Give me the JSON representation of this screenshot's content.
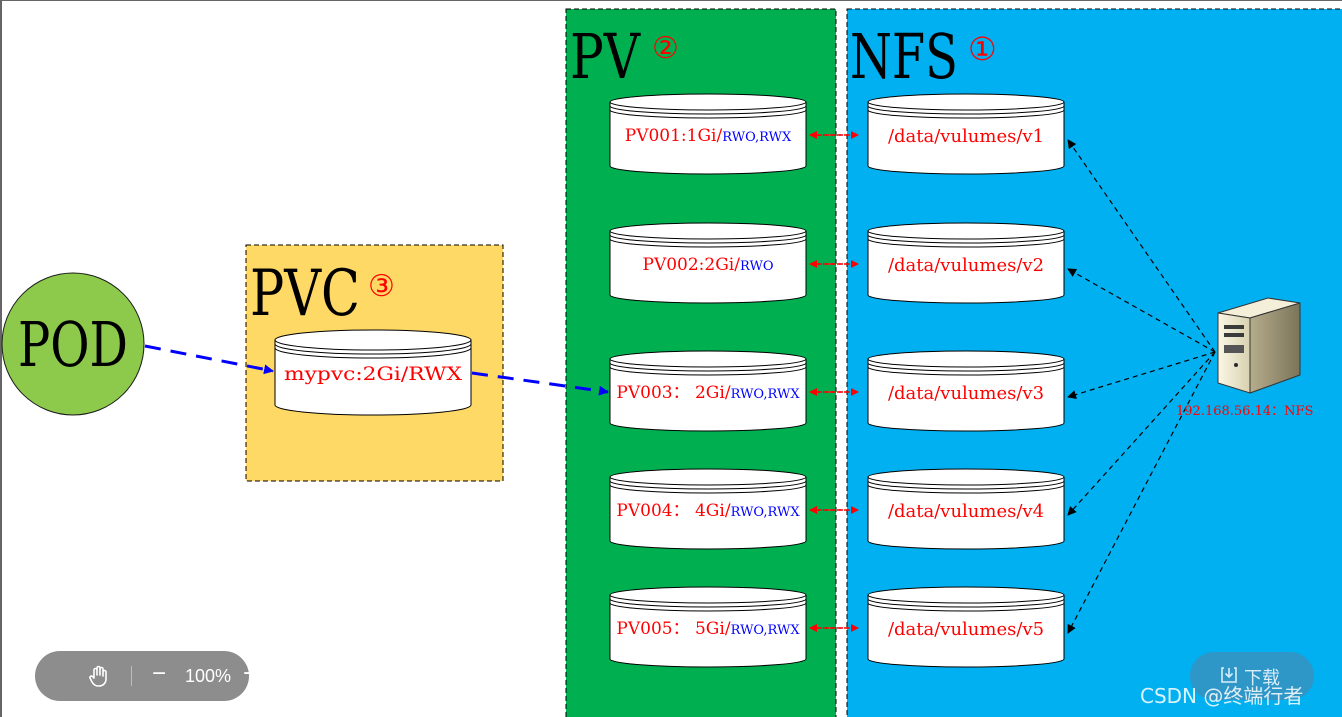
{
  "pod": {
    "label": "POD",
    "color": "#8dc94a"
  },
  "pvc": {
    "title": "PVC",
    "badge": "③",
    "claim": "mypvc:2Gi/RWX",
    "color": "#ffd966"
  },
  "pv": {
    "title": "PV",
    "badge": "②",
    "color": "#00b050",
    "volumes": [
      {
        "name": "PV001:1Gi/",
        "modes": "RWO,RWX"
      },
      {
        "name": "PV002:2Gi/",
        "modes": "RWO"
      },
      {
        "name": "PV003： 2Gi/",
        "modes": "RWO,RWX"
      },
      {
        "name": "PV004： 4Gi/",
        "modes": "RWO,RWX"
      },
      {
        "name": "PV005： 5Gi/",
        "modes": "RWO,RWX"
      }
    ]
  },
  "nfs": {
    "title": "NFS",
    "badge": "①",
    "color": "#00b0f0",
    "paths": [
      "/data/vulumes/v1",
      "/data/vulumes/v2",
      "/data/vulumes/v3",
      "/data/vulumes/v4",
      "/data/vulumes/v5"
    ],
    "server_label": "192.168.56.14：NFS"
  },
  "colors": {
    "name_text": "#ff0000",
    "mode_text": "#0000ff",
    "claim_arrow": "#0000ff",
    "link_arrow": "#ff0000"
  },
  "toolbar": {
    "zoom": "100%",
    "minus": "−",
    "plus": "+",
    "download": "下载"
  },
  "watermark": "CSDN @终端行者"
}
